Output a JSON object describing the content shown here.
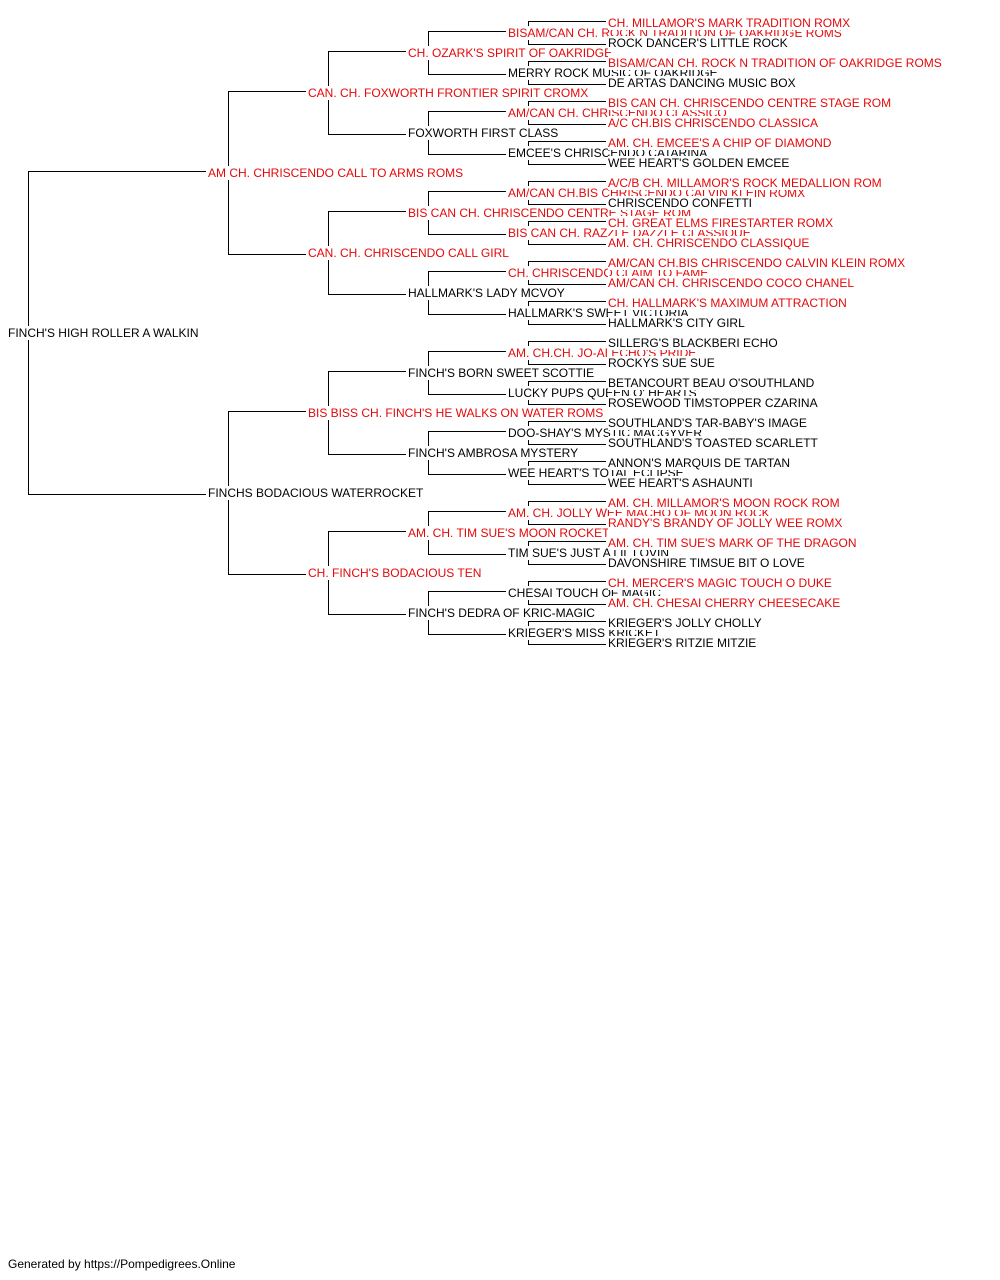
{
  "title": "FINCH'S HIGH ROLLER A WALKIN",
  "footer": "Generated by https://Pompedigrees.Online",
  "colors": {
    "champion": "#e4080a",
    "regular": "#000000",
    "line": "#000000"
  },
  "pedigree": [
    {
      "gen": 0,
      "name": "FINCH'S HIGH ROLLER A WALKIN",
      "champion": false
    },
    {
      "gen": 1,
      "name": "AM CH. CHRISCENDO CALL TO ARMS ROMS",
      "champion": true
    },
    {
      "gen": 1,
      "name": "FINCHS BODACIOUS WATERROCKET",
      "champion": false
    },
    {
      "gen": 2,
      "name": "CAN. CH. FOXWORTH FRONTIER SPIRIT CROMX",
      "champion": true
    },
    {
      "gen": 2,
      "name": "CAN. CH. CHRISCENDO CALL GIRL",
      "champion": true
    },
    {
      "gen": 2,
      "name": "BIS BISS CH. FINCH'S HE WALKS ON WATER ROMS",
      "champion": true
    },
    {
      "gen": 2,
      "name": "CH. FINCH'S BODACIOUS TEN",
      "champion": true
    },
    {
      "gen": 3,
      "name": "CH. OZARK'S SPIRIT OF OAKRIDGE",
      "champion": true
    },
    {
      "gen": 3,
      "name": "FOXWORTH FIRST CLASS",
      "champion": false
    },
    {
      "gen": 3,
      "name": "BIS CAN CH. CHRISCENDO CENTRE STAGE ROM",
      "champion": true
    },
    {
      "gen": 3,
      "name": "HALLMARK'S LADY MCVOY",
      "champion": false
    },
    {
      "gen": 3,
      "name": "FINCH'S BORN SWEET SCOTTIE",
      "champion": false
    },
    {
      "gen": 3,
      "name": "FINCH'S AMBROSA MYSTERY",
      "champion": false
    },
    {
      "gen": 3,
      "name": "AM. CH. TIM SUE'S MOON ROCKET",
      "champion": true
    },
    {
      "gen": 3,
      "name": "FINCH'S DEDRA OF KRIC-MAGIC",
      "champion": false
    },
    {
      "gen": 4,
      "name": "BISAM/CAN CH. ROCK N TRADITION OF OAKRIDGE ROMS",
      "champion": true
    },
    {
      "gen": 4,
      "name": "MERRY ROCK MUSIC OF OAKRIDGE",
      "champion": false
    },
    {
      "gen": 4,
      "name": "AM/CAN CH. CHRISCENDO CLASSICO",
      "champion": true
    },
    {
      "gen": 4,
      "name": "EMCEE'S CHRISCENDO CATARINA",
      "champion": false
    },
    {
      "gen": 4,
      "name": "AM/CAN CH.BIS CHRISCENDO CALVIN KLEIN ROMX",
      "champion": true
    },
    {
      "gen": 4,
      "name": "BIS CAN CH. RAZZLE DAZZLE CLASSIQUE",
      "champion": true
    },
    {
      "gen": 4,
      "name": "CH. CHRISCENDO CLAIM TO FAME",
      "champion": true
    },
    {
      "gen": 4,
      "name": "HALLMARK'S SWEET VICTORIA",
      "champion": false
    },
    {
      "gen": 4,
      "name": "AM. CH.CH. JO-AI ECHO'S PRIDE",
      "champion": true
    },
    {
      "gen": 4,
      "name": "LUCKY PUPS QUEEN O' HEARTS",
      "champion": false
    },
    {
      "gen": 4,
      "name": "DOO-SHAY'S MYSTIC MACGYVER",
      "champion": false
    },
    {
      "gen": 4,
      "name": "WEE HEART'S TOTAL ECLIPSE",
      "champion": false
    },
    {
      "gen": 4,
      "name": "AM. CH. JOLLY WEE MACHO OF MOON ROCK",
      "champion": true
    },
    {
      "gen": 4,
      "name": "TIM SUE'S JUST A LIL LOVIN",
      "champion": false
    },
    {
      "gen": 4,
      "name": "CHESAI TOUCH OF MAGIC",
      "champion": false
    },
    {
      "gen": 4,
      "name": "KRIEGER'S MISS KRICKET",
      "champion": false
    },
    {
      "gen": 5,
      "name": "CH. MILLAMOR'S MARK TRADITION ROMX",
      "champion": true
    },
    {
      "gen": 5,
      "name": "ROCK DANCER'S LITTLE ROCK",
      "champion": false
    },
    {
      "gen": 5,
      "name": "BISAM/CAN CH. ROCK N TRADITION OF OAKRIDGE ROMS",
      "champion": true
    },
    {
      "gen": 5,
      "name": "DE ARTAS DANCING MUSIC BOX",
      "champion": false
    },
    {
      "gen": 5,
      "name": "BIS CAN CH. CHRISCENDO CENTRE STAGE ROM",
      "champion": true
    },
    {
      "gen": 5,
      "name": "A/C CH.BIS CHRISCENDO CLASSICA",
      "champion": true
    },
    {
      "gen": 5,
      "name": "AM. CH. EMCEE'S A CHIP OF DIAMOND",
      "champion": true
    },
    {
      "gen": 5,
      "name": "WEE HEART'S GOLDEN EMCEE",
      "champion": false
    },
    {
      "gen": 5,
      "name": "A/C/B CH. MILLAMOR'S ROCK MEDALLION ROM",
      "champion": true
    },
    {
      "gen": 5,
      "name": "CHRISCENDO CONFETTI",
      "champion": false
    },
    {
      "gen": 5,
      "name": "CH. GREAT ELMS FIRESTARTER ROMX",
      "champion": true
    },
    {
      "gen": 5,
      "name": "AM. CH. CHRISCENDO CLASSIQUE",
      "champion": true
    },
    {
      "gen": 5,
      "name": "AM/CAN CH.BIS CHRISCENDO CALVIN KLEIN ROMX",
      "champion": true
    },
    {
      "gen": 5,
      "name": "AM/CAN CH. CHRISCENDO COCO CHANEL",
      "champion": true
    },
    {
      "gen": 5,
      "name": "CH. HALLMARK'S MAXIMUM ATTRACTION",
      "champion": true
    },
    {
      "gen": 5,
      "name": "HALLMARK'S CITY GIRL",
      "champion": false
    },
    {
      "gen": 5,
      "name": "SILLERG'S BLACKBERI ECHO",
      "champion": false
    },
    {
      "gen": 5,
      "name": "ROCKYS SUE SUE",
      "champion": false
    },
    {
      "gen": 5,
      "name": "BETANCOURT BEAU O'SOUTHLAND",
      "champion": false
    },
    {
      "gen": 5,
      "name": "ROSEWOOD TIMSTOPPER CZARINA",
      "champion": false
    },
    {
      "gen": 5,
      "name": "SOUTHLAND'S TAR-BABY'S IMAGE",
      "champion": false
    },
    {
      "gen": 5,
      "name": "SOUTHLAND'S TOASTED SCARLETT",
      "champion": false
    },
    {
      "gen": 5,
      "name": "ANNON'S MARQUIS DE TARTAN",
      "champion": false
    },
    {
      "gen": 5,
      "name": "WEE HEART'S ASHAUNTI",
      "champion": false
    },
    {
      "gen": 5,
      "name": "AM. CH. MILLAMOR'S MOON ROCK ROM",
      "champion": true
    },
    {
      "gen": 5,
      "name": "RANDY'S BRANDY OF JOLLY WEE ROMX",
      "champion": true
    },
    {
      "gen": 5,
      "name": "AM. CH. TIM SUE'S MARK OF THE DRAGON",
      "champion": true
    },
    {
      "gen": 5,
      "name": "DAVONSHIRE TIMSUE BIT O LOVE",
      "champion": false
    },
    {
      "gen": 5,
      "name": "CH. MERCER'S MAGIC TOUCH O DUKE",
      "champion": true
    },
    {
      "gen": 5,
      "name": "AM. CH. CHESAI CHERRY CHEESECAKE",
      "champion": true
    },
    {
      "gen": 5,
      "name": "KRIEGER'S JOLLY CHOLLY",
      "champion": false
    },
    {
      "gen": 5,
      "name": "KRIEGER'S RITZIE MITZIE",
      "champion": false
    }
  ]
}
